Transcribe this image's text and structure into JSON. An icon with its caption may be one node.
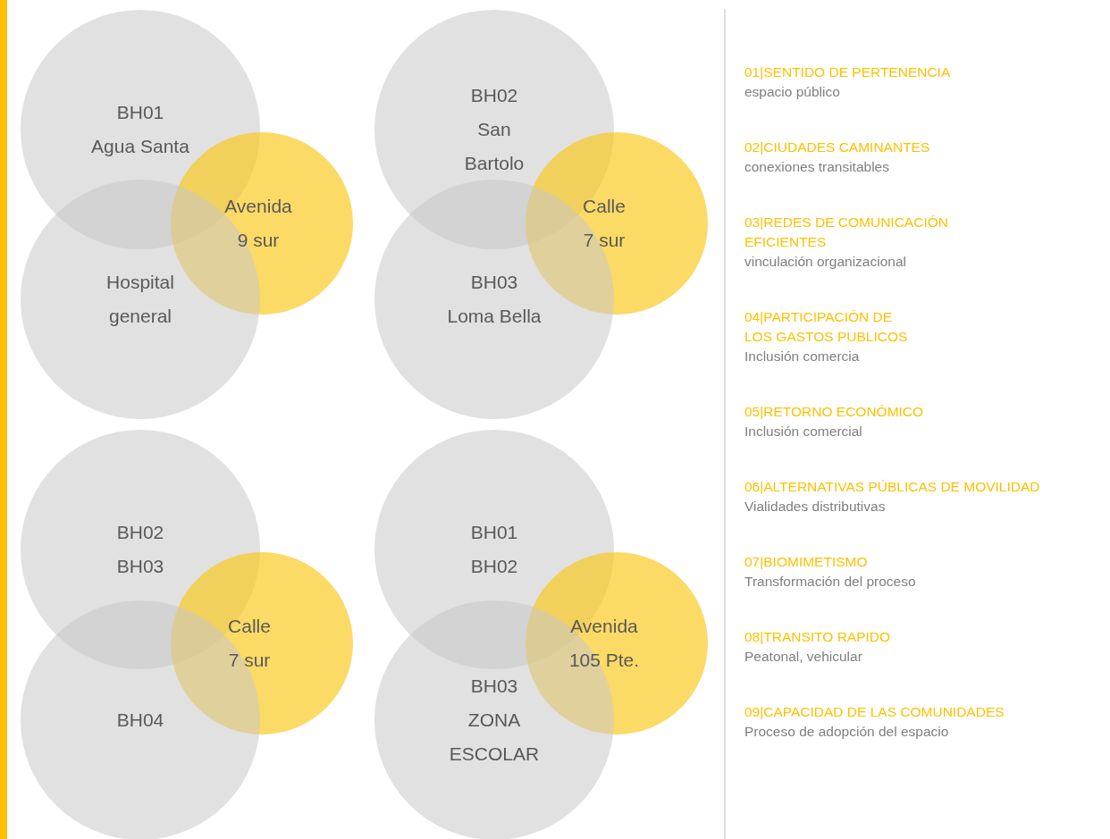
{
  "diagram": {
    "nodes": [
      {
        "text": [
          "BH01",
          "Agua Santa"
        ]
      },
      {
        "text": [
          "Avenida 9 sur"
        ]
      },
      {
        "text": [
          "Hospital general"
        ]
      },
      {
        "text": [
          "BH02",
          "San Bartolo"
        ]
      },
      {
        "text": [
          "Calle 7 sur"
        ]
      },
      {
        "text": [
          "BH03",
          "Loma Bella"
        ]
      },
      {
        "text": [
          "BH02 BH03"
        ]
      },
      {
        "text": [
          "Calle 7 sur"
        ]
      },
      {
        "text": [
          "BH04"
        ]
      },
      {
        "text": [
          "BH01 BH02"
        ]
      },
      {
        "text": [
          "Avenida 105 Pte."
        ]
      },
      {
        "text": [
          "BH03",
          "ZONA ESCOLAR"
        ]
      }
    ],
    "labels": [
      "01|SENTIDO DE PERTENENCIA",
      "espacio público",
      "02|CIUDADES CAMINANTES",
      "conexiones transitables",
      "03|REDES DE COMUNICACIÓN EFICIENTES",
      "vinculación organizacional",
      "04|PARTICIPACIÓN DE LOS GASTOS PUBLICOS",
      "Inclusión comercia",
      "05|RETORNO ECONÓMICO",
      "Inclusión comercial",
      "06|ALTERNATIVAS PÚBLICAS DE MOVILIDAD",
      "Vialidades distributivas",
      "07|BIOMIMETISMO",
      "Transformación del proceso",
      "08|TRANSITO RAPIDO",
      "Peatonal, vehicular",
      "09|CAPACIDAD DE LAS COMUNIDADES",
      "Proceso de adopción del espacio"
    ]
  }
}
